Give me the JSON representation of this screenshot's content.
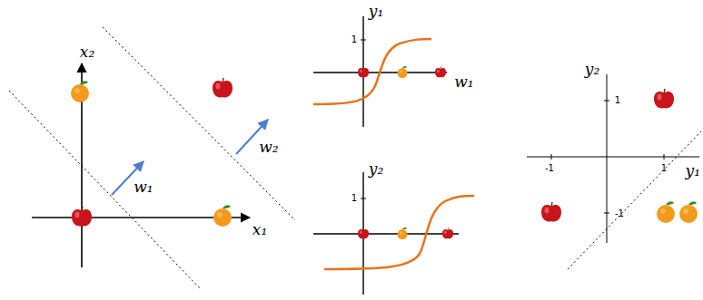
{
  "diagram": {
    "labels": [
      "x₂",
      "x₁",
      "w₁",
      "w₂",
      "y₁",
      "1",
      "w₁",
      "y₂",
      "1",
      "y₂",
      "1",
      "-1",
      "1",
      "y₁",
      "-1"
    ]
  }
}
